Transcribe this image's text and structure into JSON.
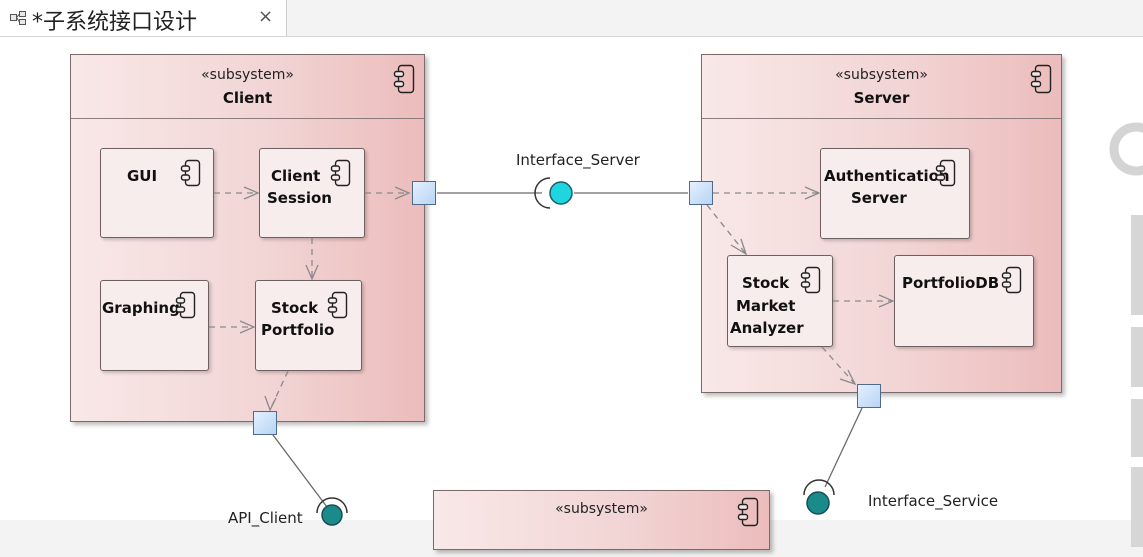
{
  "tab": {
    "title": "*子系统接口设计",
    "close": "×"
  },
  "subsystems": {
    "client": {
      "stereotype": "«subsystem»",
      "name": "Client"
    },
    "server": {
      "stereotype": "«subsystem»",
      "name": "Server"
    },
    "bottom": {
      "stereotype": "«subsystem»"
    }
  },
  "components": {
    "gui": "GUI",
    "client_session_1": "Client",
    "client_session_2": "Session",
    "graphing": "Graphing",
    "stock_portfolio_1": "Stock",
    "stock_portfolio_2": "Portfolio",
    "auth_1": "Authentication",
    "auth_2": "Server",
    "analyzer_1": "Stock",
    "analyzer_2": "Market",
    "analyzer_3": "Analyzer",
    "portfoliodb": "PortfolioDB"
  },
  "interfaces": {
    "server": "Interface_Server",
    "api_client": "API_Client",
    "service": "Interface_Service"
  },
  "colors": {
    "interface_ball": "#1fd6e0",
    "interface_ball_dark": "#1a8a8a",
    "port_fill": "#c4dcf6"
  }
}
